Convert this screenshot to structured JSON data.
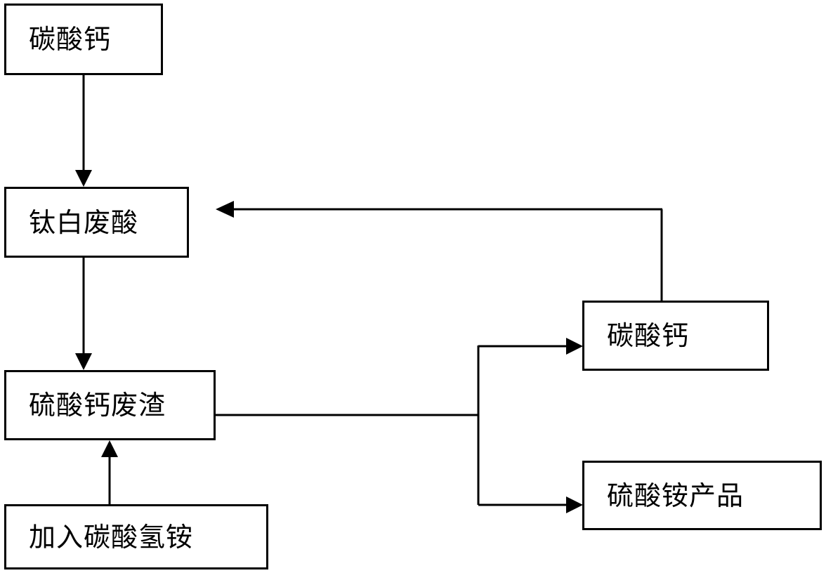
{
  "diagram": {
    "nodes": {
      "calcium_carbonate_input": {
        "label": "碳酸钙"
      },
      "titanium_white_waste_acid": {
        "label": "钛白废酸"
      },
      "calcium_sulfate_waste_residue": {
        "label": "硫酸钙废渣"
      },
      "add_ammonium_bicarbonate": {
        "label": "加入碳酸氢铵"
      },
      "calcium_carbonate_output": {
        "label": "碳酸钙"
      },
      "ammonium_sulfate_product": {
        "label": "硫酸铵产品"
      }
    },
    "edges": [
      {
        "from": "calcium_carbonate_input",
        "to": "titanium_white_waste_acid"
      },
      {
        "from": "titanium_white_waste_acid",
        "to": "calcium_sulfate_waste_residue"
      },
      {
        "from": "add_ammonium_bicarbonate",
        "to": "calcium_sulfate_waste_residue"
      },
      {
        "from": "calcium_sulfate_waste_residue",
        "to": "calcium_carbonate_output"
      },
      {
        "from": "calcium_sulfate_waste_residue",
        "to": "ammonium_sulfate_product"
      },
      {
        "from": "calcium_carbonate_output",
        "to": "titanium_white_waste_acid"
      }
    ],
    "colors": {
      "line": "#000000",
      "background": "#ffffff"
    }
  }
}
